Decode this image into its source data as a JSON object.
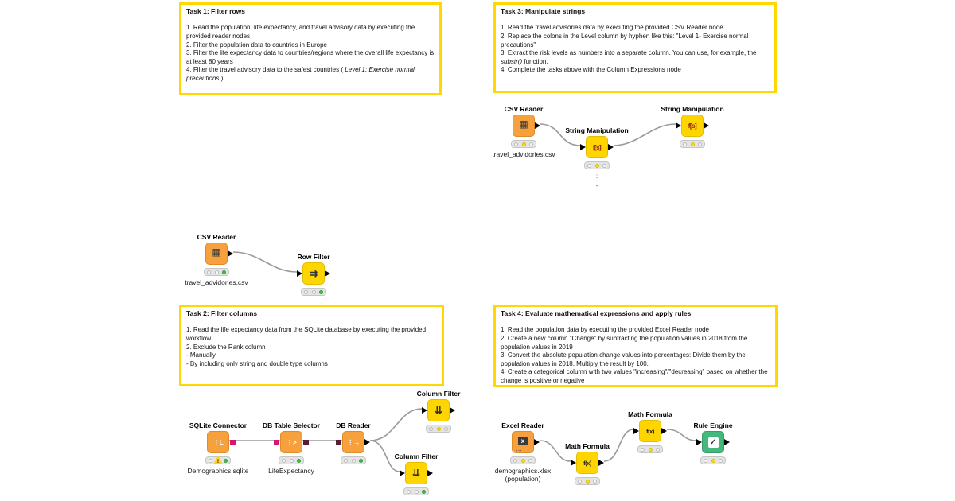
{
  "tasks": {
    "task1": {
      "title": "Task 1: Filter rows",
      "item1": "1. Read the population, life expectancy, and travel advisory data by executing the provided reader nodes",
      "item2": "2. Filter the population data to countries in Europe",
      "item3": "3. Filter the life expectancy data to countries/regions where the overall life expectancy is at least 80 years",
      "item4_pre": "4. Filter the travel advisory data to the safest countries ( ",
      "item4_italic": "Level 1: Exercise normal precautions",
      "item4_post": " )"
    },
    "task2": {
      "title": "Task 2: Filter columns",
      "item1": "1. Read the life expectancy data from the SQLite database by executing the provided workflow",
      "item2": "2. Exclude the Rank column",
      "item3": "- Manually",
      "item4": "- By including only string and double type columns"
    },
    "task3": {
      "title": "Task 3: Manipulate strings",
      "item1": "1. Read the travel advisories data by executing the provided CSV Reader node",
      "item2": "2. Replace the colons in the Level column by hyphen like this: \"Level 1- Exercise normal precautions\"",
      "item3_pre": "3. Extract the risk levels as numbers into a separate column. You can use, for example, the ",
      "item3_italic": "substr()",
      "item3_post": " function.",
      "item4": "4. Complete the tasks above with the Column Expressions node"
    },
    "task4": {
      "title": "Task 4: Evaluate mathematical expressions and apply rules",
      "item1": "1. Read the population data by executing the provided Excel Reader node",
      "item2": "2. Create a new column \"Change\" by subtracting the population values in 2018 from the population values in 2019",
      "item3": "3. Convert the absolute population change values into percentages: Divide them by the population values in 2018. Multiply the result by 100.",
      "item4": "4. Create a categorical column with two values \"increasing\"/\"decreasing\" based on whether the change is positive or negative"
    }
  },
  "icons": {
    "csv_reader": "▦",
    "csv_reader_dots": "…",
    "string_manipulation": "f[s]",
    "row_filter": "⇉",
    "column_filter": "⇊",
    "sqlite_connector": "⋮L",
    "db_table_selector": "⋮>",
    "db_reader": "⋮→",
    "excel_reader_x": "x",
    "excel_reader_dots": "…",
    "math_formula": "f(x)",
    "rule_engine": "✓",
    "warning": "!"
  },
  "nodes": {
    "w1_csv_reader": {
      "label": "CSV Reader",
      "file": "travel_advidories.csv"
    },
    "w1_string_manipulation_1": {
      "label": "String Manipulation",
      "note_line1": ":",
      "note_line2": "-"
    },
    "w1_string_manipulation_2": {
      "label": "String Manipulation"
    },
    "w2_csv_reader": {
      "label": "CSV Reader",
      "file": "travel_advidories.csv"
    },
    "w2_row_filter": {
      "label": "Row Filter"
    },
    "w3_sqlite_connector": {
      "label": "SQLite Connector",
      "file": "Demographics.sqlite"
    },
    "w3_db_table_selector": {
      "label": "DB Table Selector",
      "file": "LifeExpectancy"
    },
    "w3_db_reader": {
      "label": "DB Reader"
    },
    "w3_column_filter_top": {
      "label": "Column Filter"
    },
    "w3_column_filter_bottom": {
      "label": "Column Filter"
    },
    "w4_excel_reader": {
      "label": "Excel Reader",
      "file": "demographics.xlsx",
      "file2": "(population)"
    },
    "w4_math_formula_1": {
      "label": "Math Formula"
    },
    "w4_math_formula_2": {
      "label": "Math Formula"
    },
    "w4_rule_engine": {
      "label": "Rule Engine"
    }
  },
  "colors": {
    "annotation_border": "#ffd800",
    "node_orange": "#f6a13d",
    "node_yellow": "#ffd500",
    "node_green": "#45b87e",
    "traffic_yellow": "#ffe10a",
    "traffic_green": "#42c14c",
    "port_magenta": "#d6176f",
    "port_maroon": "#5a1a38",
    "wire_gray": "#9a9a9a"
  }
}
